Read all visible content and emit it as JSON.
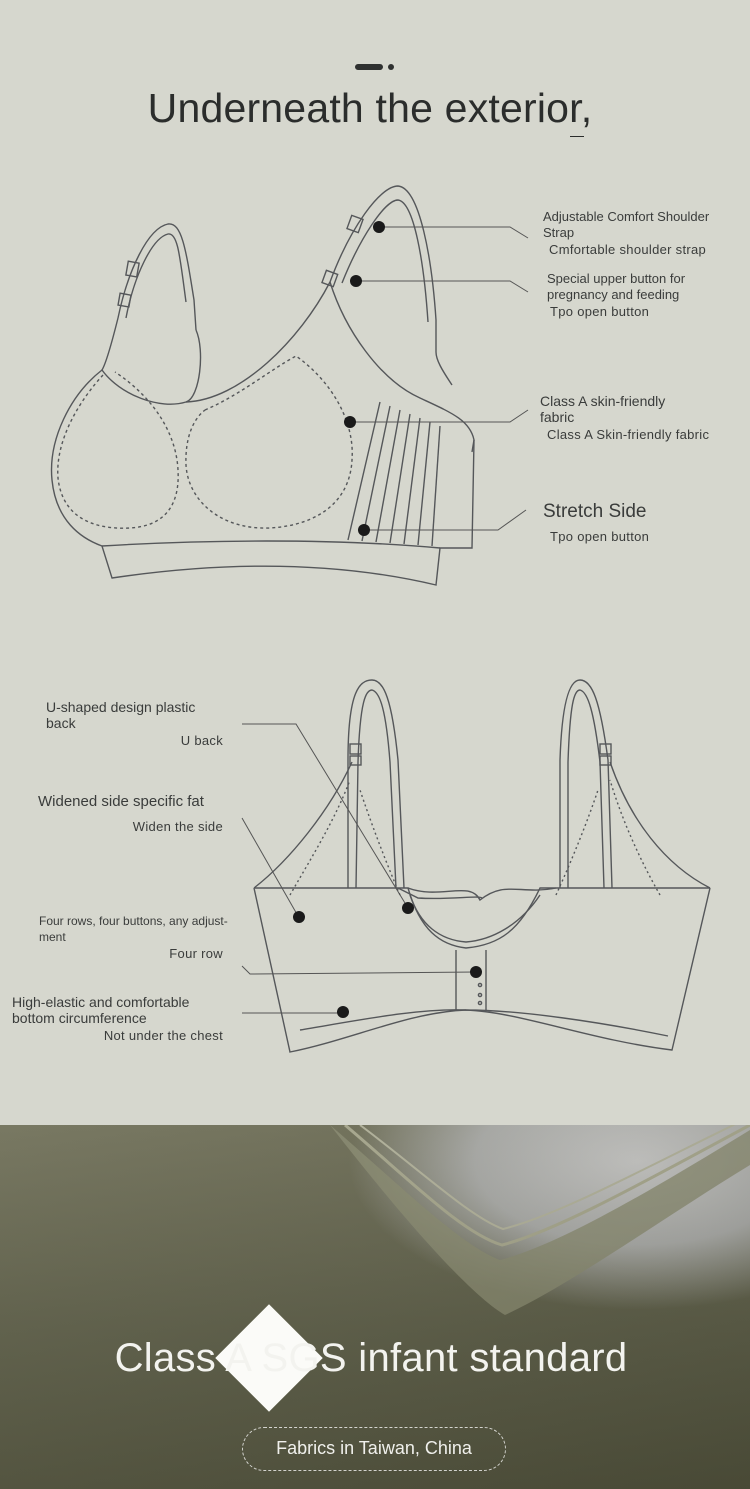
{
  "header": {
    "title": "Underneath the exterior,"
  },
  "front_view": {
    "labels": [
      {
        "title": "Adjustable Comfort Shoulder Strap",
        "subtitle": "Cmfortable shoulder strap"
      },
      {
        "title": "Special upper button for pregnancy and feeding",
        "subtitle": "Tpo open button"
      },
      {
        "title": "Class A skin-friendly fabric",
        "subtitle": "Class A Skin-friendly fabric"
      },
      {
        "title": "Stretch Side",
        "subtitle": "Tpo open button"
      }
    ]
  },
  "back_view": {
    "labels": [
      {
        "title": "U-shaped design plastic back",
        "subtitle": "U back"
      },
      {
        "title": "Widened side specific fat",
        "subtitle": "Widen the side"
      },
      {
        "title": "Four rows, four buttons, any adjust-ment",
        "subtitle": "Four row"
      },
      {
        "title": "High-elastic and comfortable bottom circumference",
        "subtitle": "Not under the chest"
      }
    ]
  },
  "photo_section": {
    "title": "Class A SGS infant standard",
    "badge": "Fabrics in Taiwan, China",
    "colors": {
      "fabric": "#5f6049",
      "highlight": "#c6c6c3"
    }
  },
  "colors": {
    "background": "#d6d7ce",
    "ink": "#2b2d2c"
  }
}
